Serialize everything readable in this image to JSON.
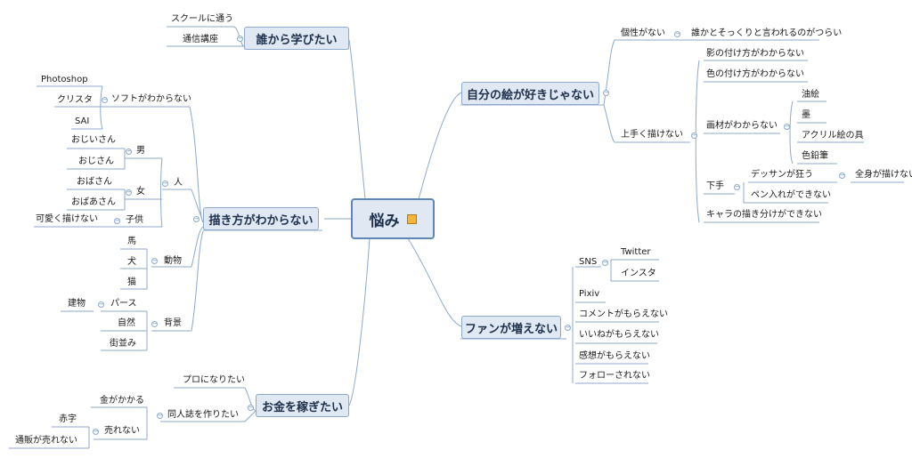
{
  "root": {
    "label": "悩み"
  },
  "topics": {
    "who_learn": "誰から学びたい",
    "how_draw": "描き方がわからない",
    "earn_money": "お金を稼ぎたい",
    "dislike_art": "自分の絵が好きじゃない",
    "no_fans": "ファンが増えない"
  },
  "who": {
    "school": "スクールに通う",
    "correspondence": "通信講座"
  },
  "how": {
    "software": "ソフトがわからない",
    "photoshop": "Photoshop",
    "clip": "クリスタ",
    "sai": "SAI",
    "person": "人",
    "male": "男",
    "grandpa": "おじいさん",
    "uncle": "おじさん",
    "female": "女",
    "aunt": "おばさん",
    "grandma": "おばあさん",
    "child": "子供",
    "cute": "可愛く描けない",
    "animal": "動物",
    "horse": "馬",
    "dog": "犬",
    "cat": "猫",
    "background": "背景",
    "perspective": "パース",
    "building": "建物",
    "nature": "自然",
    "townscape": "街並み"
  },
  "money": {
    "pro": "プロになりたい",
    "doujin": "同人誌を作りたい",
    "costs": "金がかかる",
    "not_selling": "売れない",
    "deficit": "赤字",
    "mail_order": "通販が売れない"
  },
  "art": {
    "individuality": "個性がない",
    "looks_like": "誰かとそっくりと言われるのがつらい",
    "not_skilled": "上手く描けない",
    "shading": "影の付け方がわからない",
    "coloring": "色の付け方がわからない",
    "materials": "画材がわからない",
    "oil": "油絵",
    "ink": "墨",
    "acrylic": "アクリル絵の具",
    "pencil": "色鉛筆",
    "poor": "下手",
    "dessin": "デッサンが狂う",
    "full_body": "全身が描けない",
    "inking": "ペン入れができない",
    "differentiate": "キャラの描き分けができない"
  },
  "fans": {
    "sns": "SNS",
    "twitter": "Twitter",
    "instagram": "インスタ",
    "pixiv": "Pixiv",
    "comments": "コメントがもらえない",
    "likes": "いいねがもらえない",
    "feedback": "感想がもらえない",
    "follows": "フォローされない"
  }
}
